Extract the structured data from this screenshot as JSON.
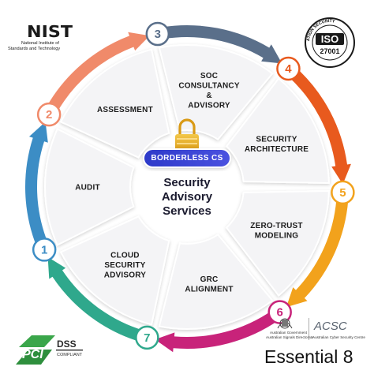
{
  "center": {
    "pill_label": "BORDERLESS CS",
    "title_lines": [
      "Security",
      "Advisory",
      "Services"
    ]
  },
  "segments": [
    {
      "number": "1",
      "label_lines": [
        "AUDIT"
      ],
      "color": "#3c8dc5"
    },
    {
      "number": "2",
      "label_lines": [
        "ASSESSMENT"
      ],
      "color": "#f08a6a"
    },
    {
      "number": "3",
      "label_lines": [
        "SOC",
        "CONSULTANCY",
        "&",
        "ADVISORY"
      ],
      "color": "#5a6f8a"
    },
    {
      "number": "4",
      "label_lines": [
        "SECURITY",
        "ARCHITECTURE"
      ],
      "color": "#e85a1e"
    },
    {
      "number": "5",
      "label_lines": [
        "ZERO-TRUST",
        "MODELING"
      ],
      "color": "#f2a21c"
    },
    {
      "number": "6",
      "label_lines": [
        "GRC",
        "ALIGNMENT"
      ],
      "color": "#c8237a"
    },
    {
      "number": "7",
      "label_lines": [
        "CLOUD",
        "SECURITY",
        "ADVISORY"
      ],
      "color": "#2fa88c"
    }
  ],
  "logos": {
    "nist": {
      "mark": "NIST",
      "lines": [
        "National Institute of",
        "Standards and Technology"
      ]
    },
    "iso": {
      "top": "ISO",
      "bottom": "27001",
      "ring": "ISO 27001 INFORMATION SECURITY"
    },
    "pci": {
      "mark": "PCI",
      "dss": "DSS",
      "sub": "COMPLIANT"
    },
    "acsc": {
      "gov_lines": [
        "Australian Government",
        "Australian Signals Directorate"
      ],
      "mark": "ACSC",
      "sub": "Australian Cyber Security Centre"
    },
    "essential": "Essential 8"
  }
}
